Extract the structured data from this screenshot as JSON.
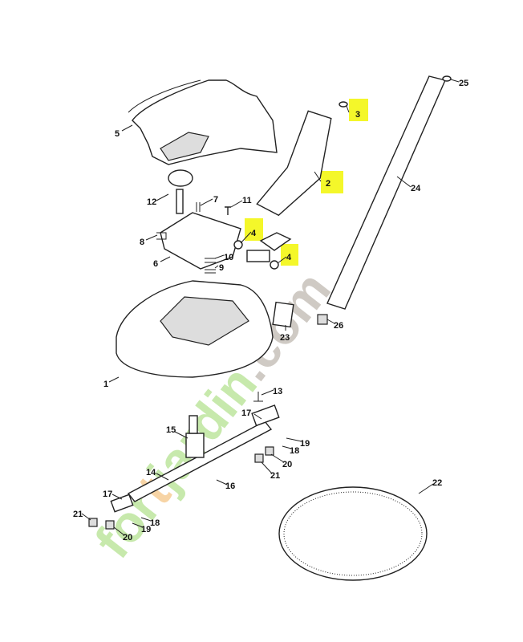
{
  "diagram": {
    "type": "exploded parts diagram",
    "highlight_color": "#f4f72a",
    "labels": [
      "5",
      "12",
      "7",
      "11",
      "8",
      "6",
      "10",
      "9",
      "3",
      "2",
      "4",
      "4",
      "24",
      "25",
      "26",
      "23",
      "1",
      "13",
      "17",
      "15",
      "19",
      "18",
      "14",
      "20",
      "21",
      "16",
      "22",
      "17",
      "21",
      "18",
      "19",
      "20"
    ],
    "highlighted": [
      "3",
      "2",
      "4"
    ]
  },
  "watermark": {
    "text_parts": [
      "for",
      "t",
      "jardin",
      ".com"
    ],
    "colors": [
      "#9ad86a",
      "#f2b25c",
      "#9ad86a",
      "#a89f94"
    ]
  }
}
